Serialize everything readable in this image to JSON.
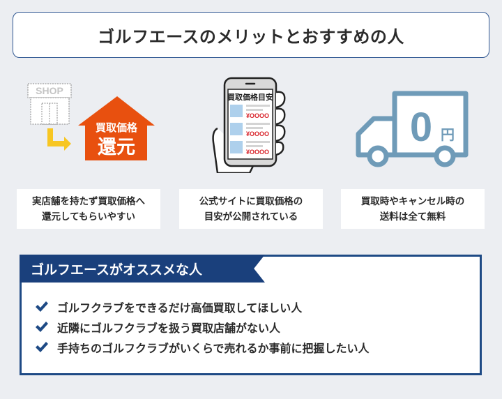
{
  "header": {
    "title": "ゴルフエースのメリットとおすすめの人"
  },
  "icons": {
    "shop": {
      "label": "SHOP",
      "badge_line1": "買取価格",
      "badge_line2": "還元",
      "colors": {
        "badge": "#e8500f",
        "arrow": "#f7c623",
        "outline": "#999999"
      }
    },
    "phone": {
      "screen_title": "買取価格目安",
      "price_rows": [
        "¥OOOO",
        "¥OOOO",
        "¥OOOO"
      ],
      "colors": {
        "thumb": "#aed0ec",
        "price": "#d8232a",
        "line": "#d4d4d4"
      }
    },
    "truck": {
      "price_number": "0",
      "price_unit": "円",
      "colors": {
        "stroke": "#6f9bb8"
      }
    }
  },
  "merits": [
    {
      "line1": "実店舗を持たず買取価格へ",
      "line2": "還元してもらいやすい"
    },
    {
      "line1": "公式サイトに買取価格の",
      "line2": "目安が公開されている"
    },
    {
      "line1": "買取時やキャンセル時の",
      "line2": "送料は全て無料"
    }
  ],
  "recommend": {
    "heading": "ゴルフエースがオススメな人",
    "items": [
      "ゴルフクラブをできるだけ高価買取してほしい人",
      "近隣にゴルフクラブを扱う買取店舗がない人",
      "手持ちのゴルフクラブがいくらで売れるか事前に把握したい人"
    ],
    "colors": {
      "accent": "#1a407c",
      "check": "#1e4a85"
    }
  }
}
